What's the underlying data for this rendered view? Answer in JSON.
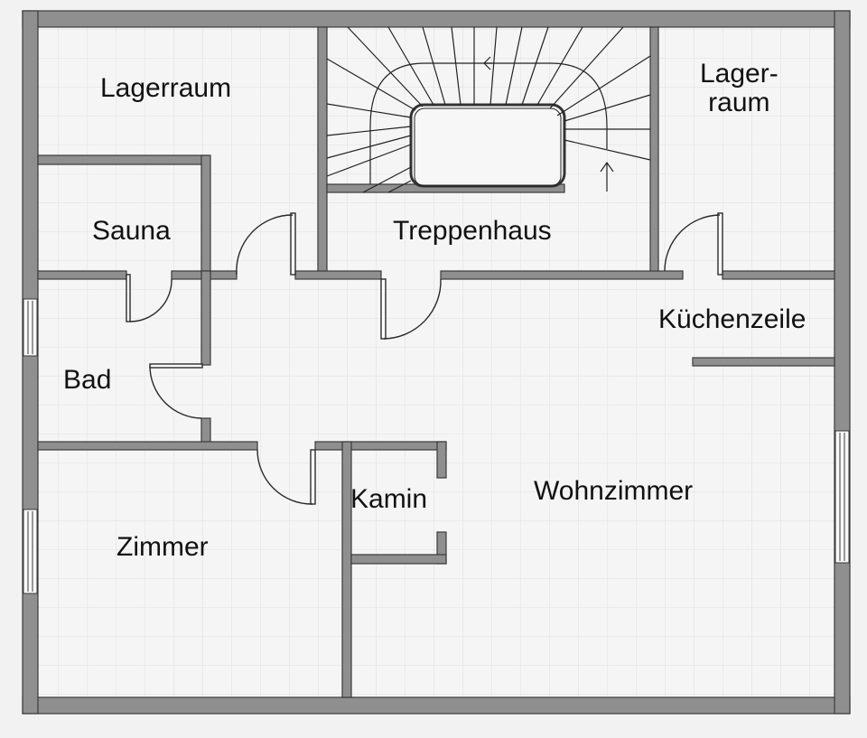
{
  "title": "Grundriss",
  "colors": {
    "background": "#f2f2f2",
    "floor": "#f5f5f5",
    "grid": "#dcdcdc",
    "wall": "#8f8f8f",
    "wall_outline": "#3a3a3a",
    "text": "#111111"
  },
  "rooms": [
    {
      "id": "lagerraum-west",
      "label": "Lagerraum"
    },
    {
      "id": "treppenhaus",
      "label": "Treppenhaus"
    },
    {
      "id": "lagerraum-ost",
      "label": "Lager-\nraum"
    },
    {
      "id": "sauna",
      "label": "Sauna"
    },
    {
      "id": "bad",
      "label": "Bad"
    },
    {
      "id": "kuechenzeile",
      "label": "Küchenzeile"
    },
    {
      "id": "kamin",
      "label": "Kamin"
    },
    {
      "id": "wohnzimmer",
      "label": "Wohnzimmer"
    },
    {
      "id": "zimmer",
      "label": "Zimmer"
    }
  ],
  "stairs": {
    "label": "stair-arrows",
    "direction": "up-then-left"
  }
}
